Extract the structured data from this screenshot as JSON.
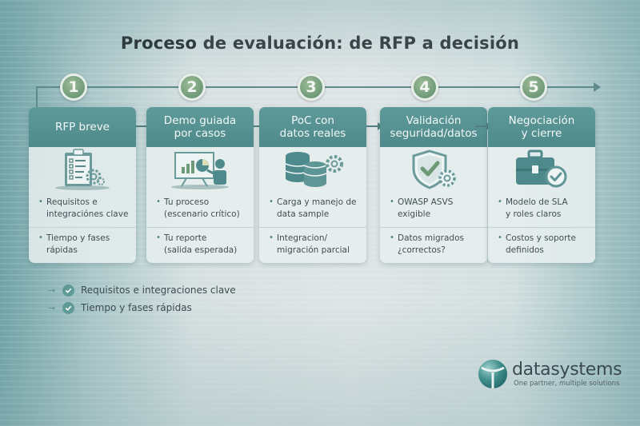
{
  "title": {
    "bold": "Proceso",
    "rest": " de evaluación: de RFP a decisión"
  },
  "steps": [
    {
      "number": "1",
      "title_lines": [
        "RFP breve"
      ],
      "icon": "clipboard-checklist-gear-icon",
      "bullets": [
        {
          "lines": [
            "Requisitos e",
            "integraciónes clave"
          ]
        },
        {
          "lines": [
            "Tiempo y fases",
            "rápidas"
          ]
        }
      ]
    },
    {
      "number": "2",
      "title_lines": [
        "Demo guiada",
        "por casos"
      ],
      "icon": "presentation-board-icon",
      "bullets": [
        {
          "lines": [
            "Tu proceso",
            "(escenario crítico)"
          ]
        },
        {
          "lines": [
            "Tu reporte",
            "(salida esperada)"
          ]
        }
      ]
    },
    {
      "number": "3",
      "title_lines": [
        "PoC con",
        "datos reales"
      ],
      "icon": "database-gear-icon",
      "bullets": [
        {
          "lines": [
            "Carga y manejo de",
            "data sample"
          ]
        },
        {
          "lines": [
            "Integracion/",
            "migración parcial"
          ]
        }
      ]
    },
    {
      "number": "4",
      "title_lines": [
        "Validación",
        "seguridad/datos"
      ],
      "icon": "shield-check-gear-icon",
      "bullets": [
        {
          "lines": [
            "OWASP ASVS",
            "exigible"
          ]
        },
        {
          "lines": [
            "Datos migrados",
            "¿correctos?"
          ]
        }
      ]
    },
    {
      "number": "5",
      "title_lines": [
        "Negociación",
        "y cierre"
      ],
      "icon": "briefcase-check-icon",
      "bullets": [
        {
          "lines": [
            "Modelo de SLA",
            "y roles claros"
          ]
        },
        {
          "lines": [
            "Costos y soporte",
            "definidos"
          ]
        }
      ]
    }
  ],
  "summary": [
    {
      "arrow": "→",
      "icon": "check-circle-icon",
      "text": "Requisitos e integraciones clave"
    },
    {
      "arrow": "→",
      "icon": "check-circle-icon",
      "text": "Tiempo y fases rápidas"
    }
  ],
  "logo": {
    "name": "datasystems",
    "tagline": "One partner, multiple solutions"
  },
  "colors": {
    "header_teal": "#5a9595",
    "number_green": "#6f9a78",
    "text_dark": "#3a4549",
    "line": "#5f8b8d"
  }
}
